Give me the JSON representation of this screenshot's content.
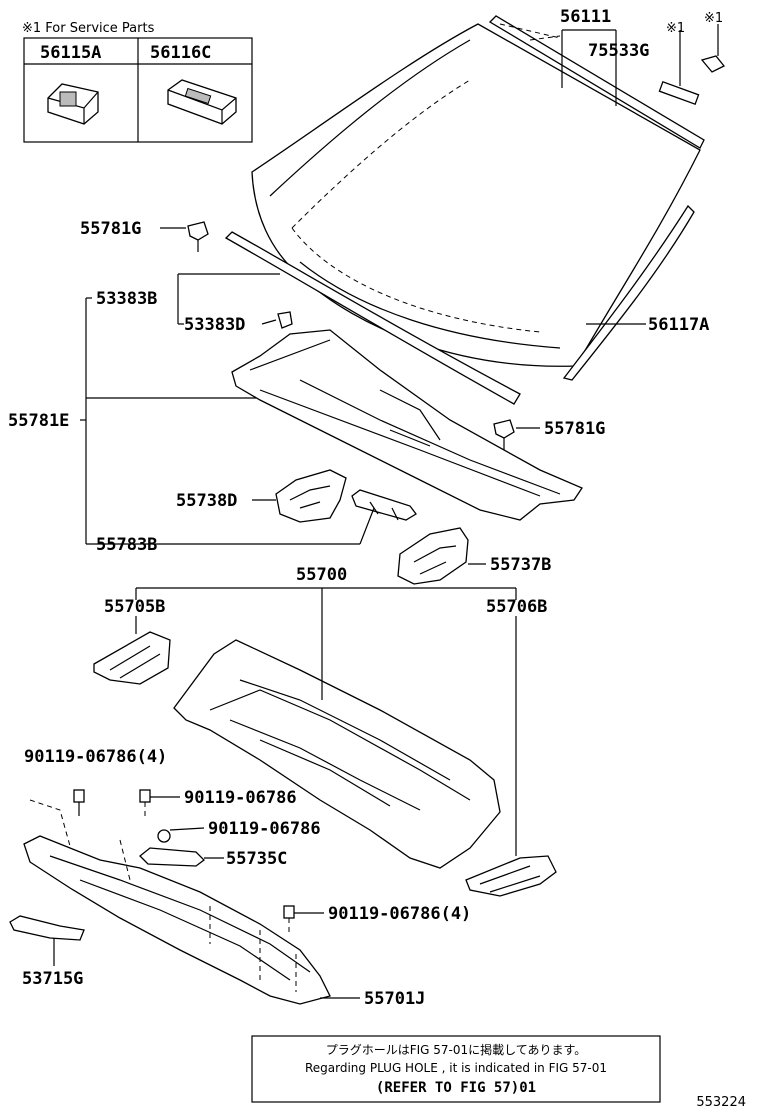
{
  "service_note": "※1 For Service Parts",
  "service_parts": [
    "56115A",
    "56116C"
  ],
  "marks": {
    "mark1": "※1",
    "mark2": "※1"
  },
  "labels": {
    "p56111": "56111",
    "p75533G": "75533G",
    "p55781G_top": "55781G",
    "p53383B": "53383B",
    "p53383D": "53383D",
    "p56117A": "56117A",
    "p55781E": "55781E",
    "p55781G_right": "55781G",
    "p55738D": "55738D",
    "p55783B": "55783B",
    "p55737B": "55737B",
    "p55700": "55700",
    "p55705B": "55705B",
    "p55706B": "55706B",
    "p90119_4a": "90119-06786(4)",
    "p90119_a": "90119-06786",
    "p90119_b": "90119-06786",
    "p55735C": "55735C",
    "p90119_4b": "90119-06786(4)",
    "p53715G": "53715G",
    "p55701J": "55701J"
  },
  "note_box": {
    "line1": "プラグホールはFIG 57-01に掲載してあります。",
    "line2": "Regarding  PLUG  HOLE , it is indicated in  FIG  57-01",
    "line3": "(REFER TO FIG 57)01"
  },
  "figure_id": "553224"
}
